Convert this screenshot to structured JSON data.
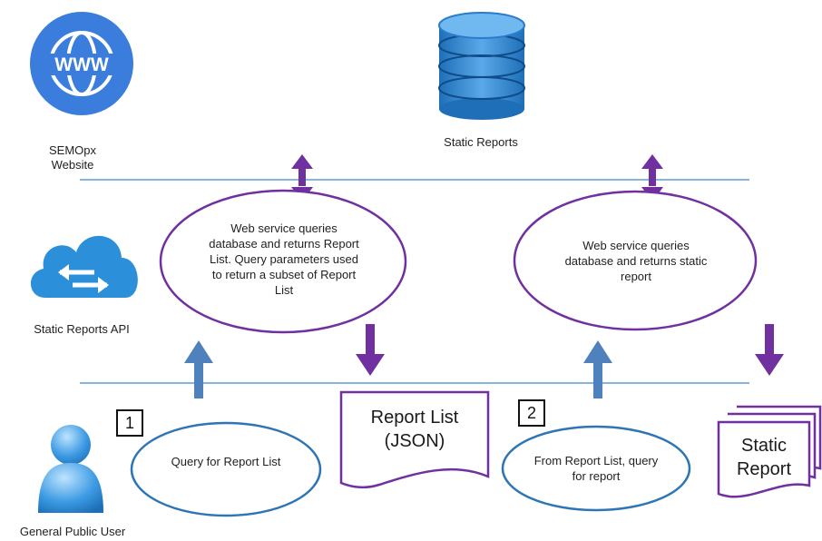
{
  "labels": {
    "website": "SEMOpx\nWebsite",
    "static_reports": "Static Reports",
    "api": "Static Reports API",
    "user": "General Public User"
  },
  "ellipses": {
    "query_report_list": "Web service queries database and returns Report List. Query parameters used to return a subset of Report List",
    "query_static_report": "Web service queries database and returns static report",
    "query_for_list": "Query for Report List",
    "from_list_query": "From Report List, query for report"
  },
  "documents": {
    "report_list": "Report List\n(JSON)",
    "static_report": "Static\nReport"
  },
  "steps": [
    "1",
    "2"
  ],
  "icons": [
    "www-globe-icon",
    "database-icon",
    "cloud-sync-icon",
    "user-icon"
  ],
  "colors": {
    "purple": "#7030a0",
    "blue_arrow": "#4f81bd",
    "ellipse_blue": "#2e75b6",
    "divider": "#5b9bd5"
  }
}
